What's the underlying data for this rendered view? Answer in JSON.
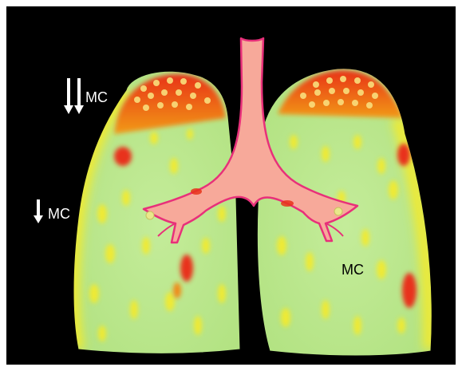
{
  "labels": {
    "apex_left": "MC",
    "mid_left": "MC",
    "right_lower": "MC"
  },
  "colors": {
    "background": "#000000",
    "lung_base": "#b5e58a",
    "hotspot_yellow": "#f4ea2a",
    "hotspot_red": "#e8321a",
    "apex_orange": "#f07a10",
    "airway_fill": "#f7a99a",
    "airway_outline": "#e8307a"
  },
  "icons": {
    "apex_arrows": "double-down-arrow-icon",
    "mid_arrow": "down-arrow-icon"
  }
}
